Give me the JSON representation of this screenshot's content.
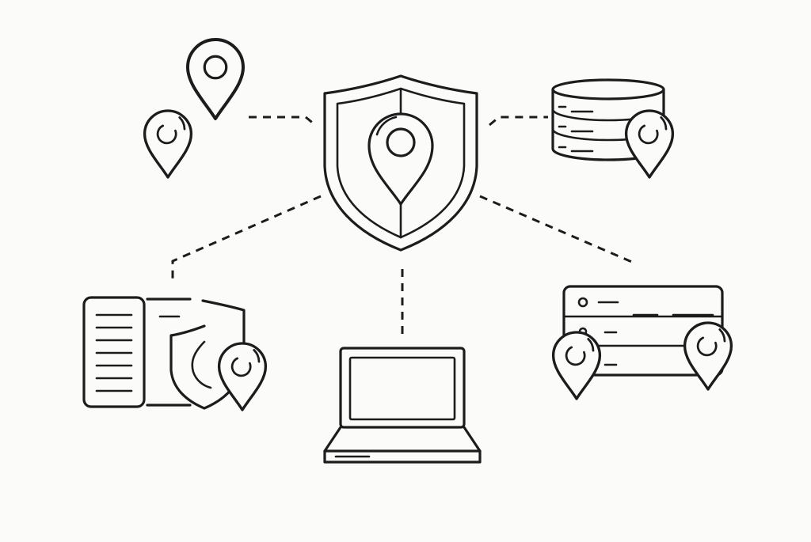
{
  "diagram": {
    "center": {
      "icon": "shield-location-icon"
    },
    "nodes": [
      {
        "id": "location-pins",
        "icon": "map-pin-icon"
      },
      {
        "id": "database",
        "icon": "database-icon"
      },
      {
        "id": "mobile-device",
        "icon": "document-shield-icon"
      },
      {
        "id": "laptop",
        "icon": "laptop-icon"
      },
      {
        "id": "server",
        "icon": "server-rack-icon"
      }
    ],
    "connectors": "dashed",
    "colors": {
      "stroke": "#1c1c1c",
      "background": "#fbfbfa"
    }
  }
}
